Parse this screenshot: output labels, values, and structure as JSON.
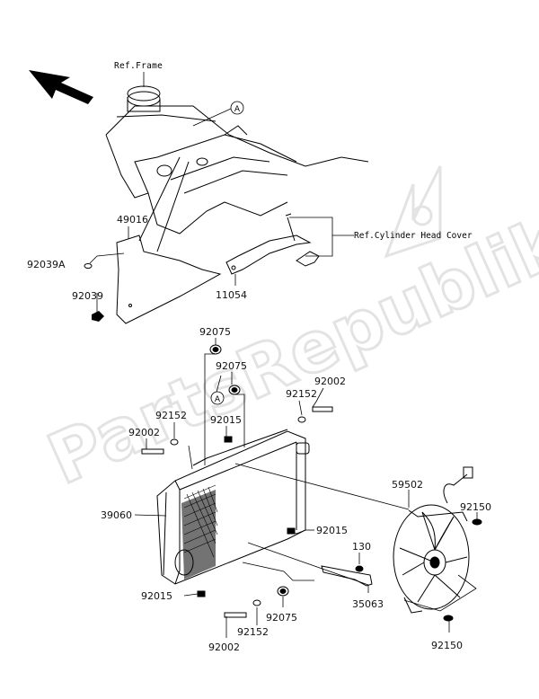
{
  "refs": {
    "frame": "Ref.Frame",
    "cylinder_head_cover": "Ref.Cylinder Head Cover"
  },
  "callouts": {
    "a_top": "A",
    "a_mid": "A"
  },
  "watermark": "PartsRepublik",
  "parts": {
    "p49016": "49016",
    "p92039a": "92039A",
    "p92039": "92039",
    "p11054": "11054",
    "p92075_top": "92075",
    "p92075_mid": "92075",
    "p92002_right": "92002",
    "p92152_right": "92152",
    "p92152_left": "92152",
    "p92015_mid": "92015",
    "p92002_left": "92002",
    "p39060": "39060",
    "p59502": "59502",
    "p92150_top": "92150",
    "p92015_right": "92015",
    "p130": "130",
    "p92015_bottom": "92015",
    "p35063": "35063",
    "p92075_bottom": "92075",
    "p92152_bottom": "92152",
    "p92002_bottom": "92002",
    "p92150_bottom": "92150"
  },
  "icons": [
    "front-direction-arrow-icon",
    "gear-flag-icon"
  ]
}
